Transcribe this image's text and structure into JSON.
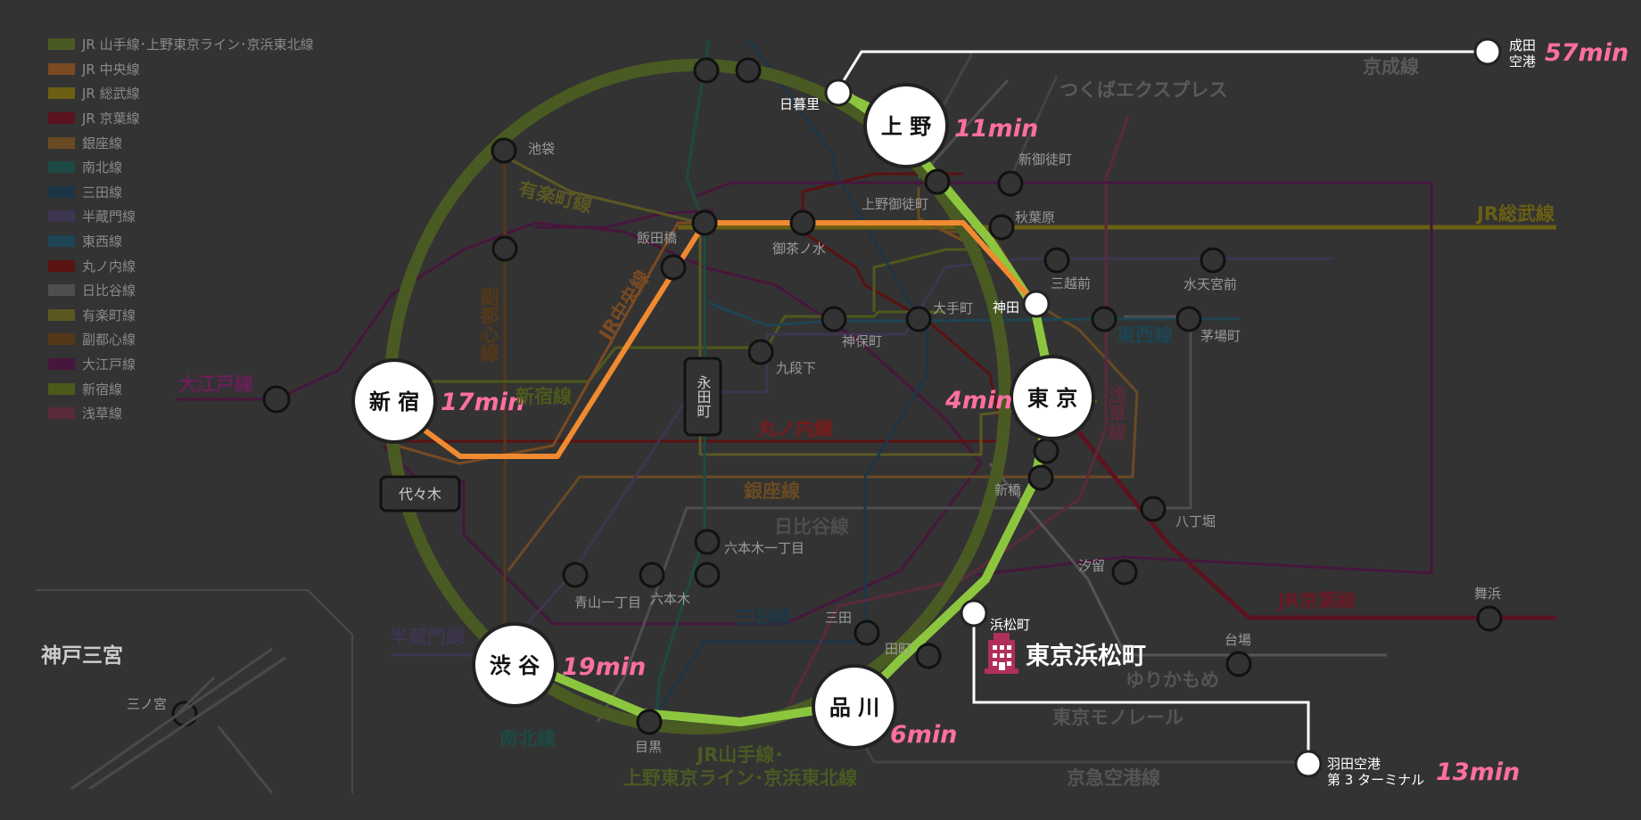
{
  "colors": {
    "background": "#333333",
    "yamanote_highlight": "#8cc63f",
    "chuo_highlight": "#f08a30",
    "time_text": "#ff6fa0",
    "hotel_icon": "#b0305a"
  },
  "legend": [
    {
      "label": "JR 山手線･上野東京ライン･京浜東北線",
      "color": "#4a5a23"
    },
    {
      "label": "JR 中央線",
      "color": "#7a4a22"
    },
    {
      "label": "JR 総武線",
      "color": "#6b5f13"
    },
    {
      "label": "JR 京葉線",
      "color": "#5c1320"
    },
    {
      "label": "銀座線",
      "color": "#6a4a24"
    },
    {
      "label": "南北線",
      "color": "#1d4a44"
    },
    {
      "label": "三田線",
      "color": "#1c3648"
    },
    {
      "label": "半蔵門線",
      "color": "#3e3550"
    },
    {
      "label": "東西線",
      "color": "#1d4553"
    },
    {
      "label": "丸ノ内線",
      "color": "#5a1212"
    },
    {
      "label": "日比谷線",
      "color": "#4e4e4e"
    },
    {
      "label": "有楽町線",
      "color": "#5b5824"
    },
    {
      "label": "副都心線",
      "color": "#553818"
    },
    {
      "label": "大江戸線",
      "color": "#47163c"
    },
    {
      "label": "新宿線",
      "color": "#4c5a1b"
    },
    {
      "label": "浅草線",
      "color": "#5a2a3a"
    }
  ],
  "major_stations": {
    "ueno": {
      "name": "上 野",
      "time": "11min"
    },
    "shinjuku": {
      "name": "新 宿",
      "time": "17min"
    },
    "tokyo": {
      "name": "東 京",
      "time": "4min"
    },
    "shibuya": {
      "name": "渋 谷",
      "time": "19min"
    },
    "shinagawa": {
      "name": "品 川",
      "time": "6min"
    }
  },
  "airports": {
    "narita": {
      "name_line1": "成田",
      "name_line2": "空港",
      "time": "57min"
    },
    "haneda": {
      "name_line1": "羽田空港",
      "name_line2": "第 3 ターミナル",
      "time": "13min"
    }
  },
  "highlighted_stations": {
    "nippori": "日暮里",
    "kanda": "神田",
    "hamamatsucho": "浜松町"
  },
  "station_labels": {
    "ikebukuro": "池袋",
    "iidabashi": "飯田橋",
    "ochanomizu": "御茶ノ水",
    "ueno_okachimachi": "上野御徒町",
    "shin_okachimachi": "新御徒町",
    "akihabara": "秋葉原",
    "mitsukoshimae": "三越前",
    "suitengumae": "水天宮前",
    "otemachi": "大手町",
    "jimbocho": "神保町",
    "kudanshita": "九段下",
    "kayabacho": "茅場町",
    "shinbashi": "新橋",
    "hatchobori": "八丁堀",
    "shiodome": "汐留",
    "roppongi_itchome": "六本木一丁目",
    "aoyama_itchome": "青山一丁目",
    "roppongi": "六本木",
    "mita": "三田",
    "tamachi": "田町",
    "meguro": "目黒",
    "daiba": "台場",
    "maihama": "舞浜",
    "sannomiya": "三ノ宮",
    "nagatacho": "永田町",
    "yoyogi": "代々木"
  },
  "line_labels": {
    "keisei": "京成線",
    "tsukuba": "つくばエクスプレス",
    "jr_sobu": "JR総武線",
    "yurakucho": "有楽町線",
    "jr_chuo": "JR中央線",
    "fukutoshin": "副都心線",
    "oedo": "大江戸線",
    "shinjuku_line": "新宿線",
    "marunouchi": "丸ノ内線",
    "ginza": "銀座線",
    "hibiya": "日比谷線",
    "tozai": "東西線",
    "asakusa": "浅草線",
    "jr_keiyo": "JR京葉線",
    "hanzomon": "半蔵門線",
    "mita_line": "三田線",
    "yurikamome": "ゆりかもめ",
    "monorail": "東京モノレール",
    "namboku": "南北線",
    "yamanote_line1": "JR山手線･",
    "yamanote_line2": "上野東京ライン･京浜東北線",
    "keikyu": "京急空港線"
  },
  "inset": {
    "title": "神戸三宮"
  },
  "hotel": {
    "name": "東京浜松町",
    "icon": "hotel-building-icon"
  }
}
